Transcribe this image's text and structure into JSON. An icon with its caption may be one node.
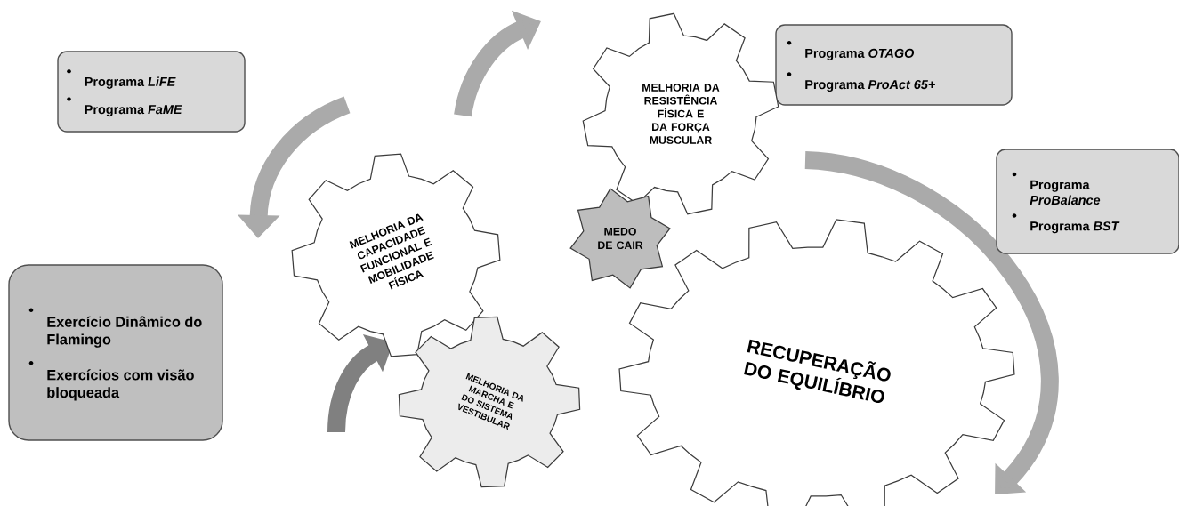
{
  "diagram": {
    "nodes": [
      {
        "text": [
          "Programa *LiFE*",
          "Programa *FaME*"
        ]
      },
      {
        "text": [
          "Programa *OTAGO*",
          "Programa *ProAct 65+*"
        ]
      },
      {
        "text": [
          "Programa *ProBalance*",
          "Programa *BST*"
        ]
      },
      {
        "text": [
          "Exercício Dinâmico do Flamingo",
          "Exercícios com visão bloqueada"
        ]
      },
      {
        "text": [
          "MELHORIA DA CAPACIDADE FUNCIONAL E MOBILIDADE FÍSICA"
        ]
      },
      {
        "text": [
          "MELHORIA DA RESISTÊNCIA FÍSICA E DA FORÇA MUSCULAR"
        ]
      },
      {
        "text": [
          "MEDO DE CAIR"
        ]
      },
      {
        "text": [
          "MELHORIA DA MARCHA E DO SISTEMA VESTIBULAR"
        ]
      },
      {
        "text": [
          "RECUPERAÇÃO DO EQUILÍBRIO"
        ]
      }
    ]
  }
}
